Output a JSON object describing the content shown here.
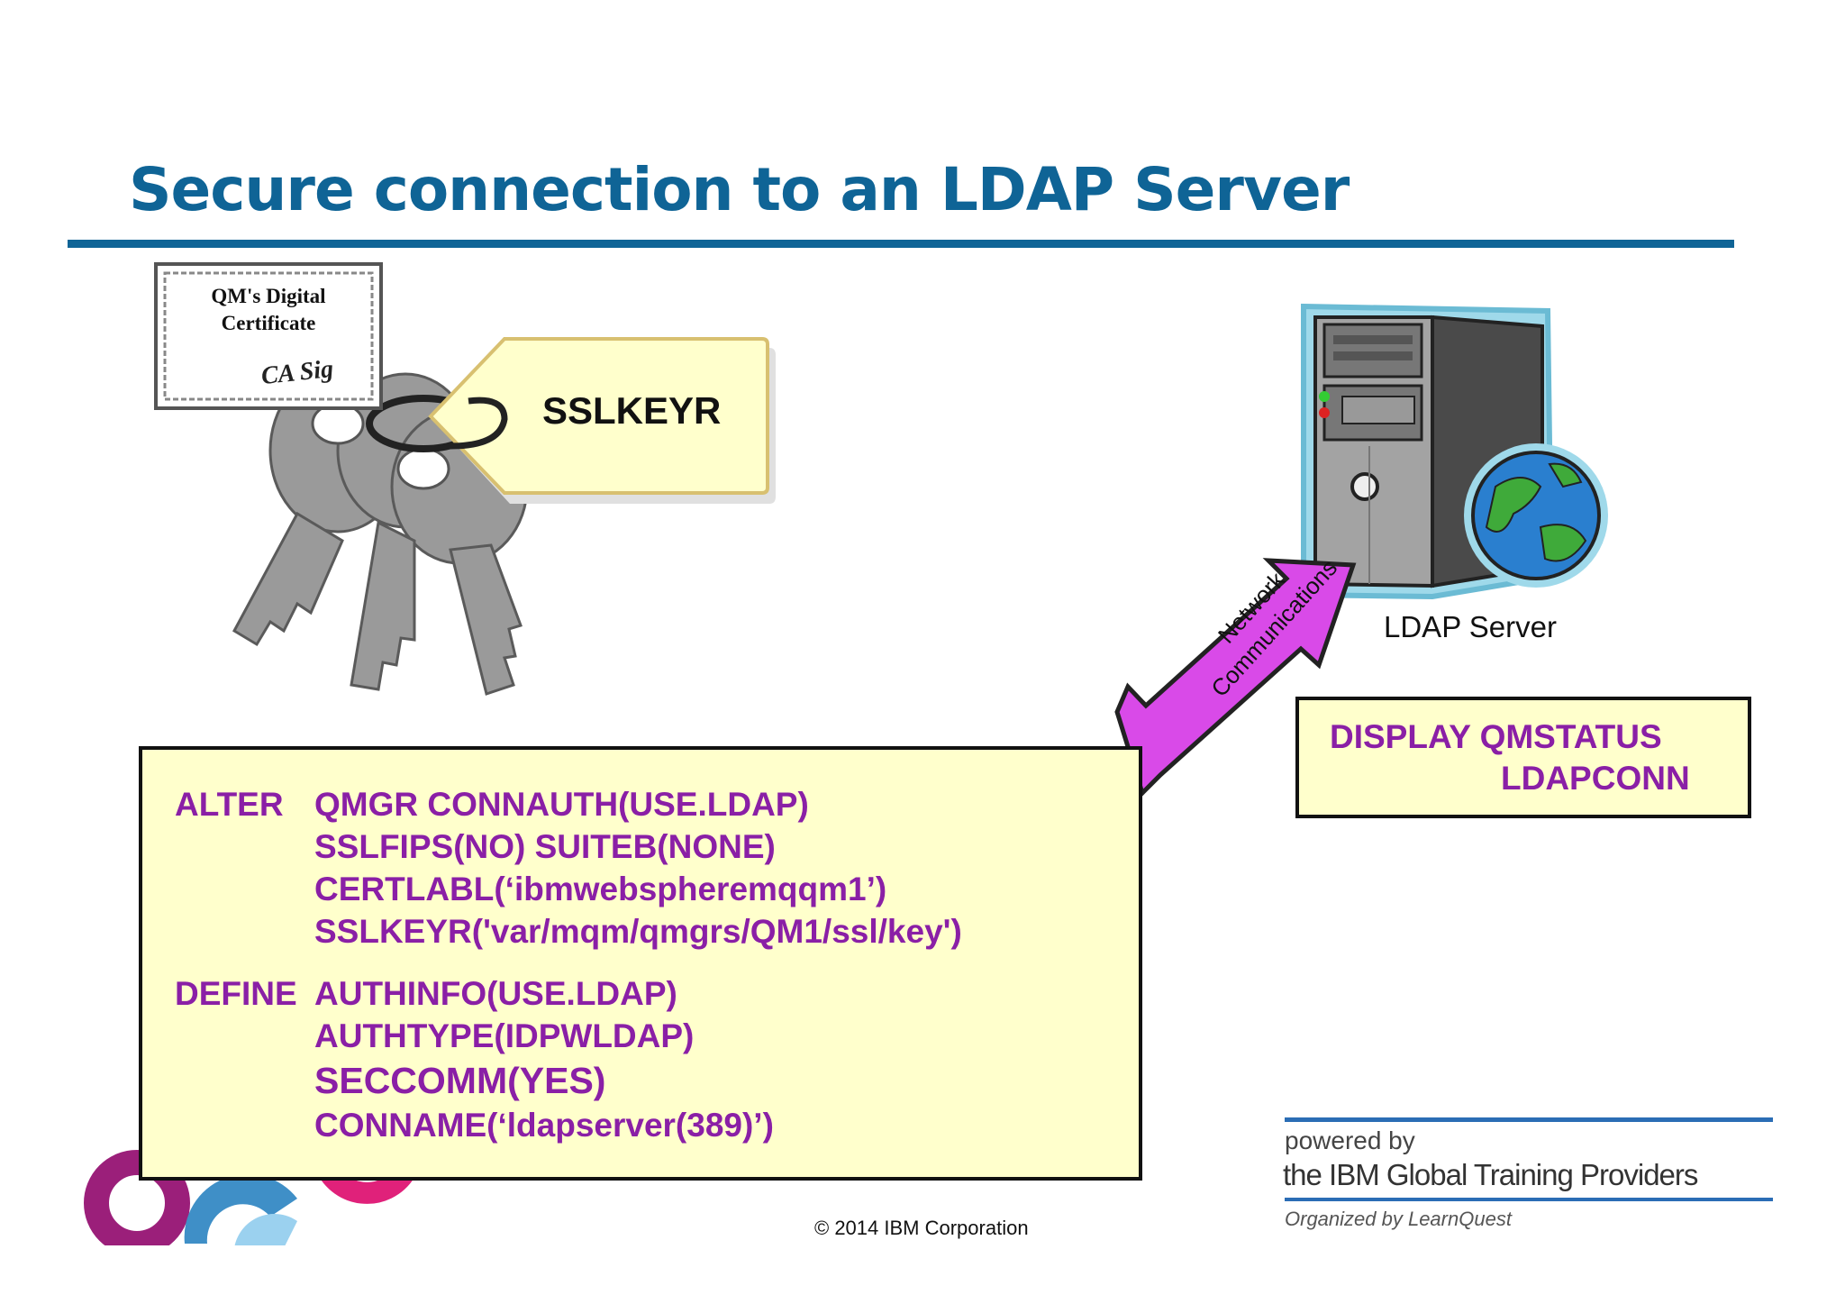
{
  "slide": {
    "title": "Secure connection to an LDAP Server"
  },
  "certificate": {
    "line1": "QM's Digital",
    "line2": "Certificate",
    "signature": "CA Sig"
  },
  "keyring": {
    "tag_label": "SSLKEYR"
  },
  "server": {
    "label": "LDAP Server"
  },
  "network": {
    "line1": "Network",
    "line2": "Communications"
  },
  "command_box": {
    "rows": [
      {
        "keyword": "ALTER",
        "text": "QMGR CONNAUTH(USE.LDAP)"
      },
      {
        "keyword": "",
        "text": "SSLFIPS(NO) SUITEB(NONE)"
      },
      {
        "keyword": "",
        "text": "CERTLABL(‘ibmwebspheremqqm1’)"
      },
      {
        "keyword": "",
        "text": "SSLKEYR('var/mqm/qmgrs/QM1/ssl/key')"
      },
      {
        "keyword": "DEFINE",
        "text": "AUTHINFO(USE.LDAP)"
      },
      {
        "keyword": "",
        "text": "AUTHTYPE(IDPWLDAP)"
      },
      {
        "keyword": "",
        "text": "SECCOMM(YES)"
      },
      {
        "keyword": "",
        "text": "CONNAME(‘ldapserver(389)’)"
      }
    ]
  },
  "display_box": {
    "line1": "DISPLAY  QMSTATUS",
    "line2": "LDAPCONN"
  },
  "footer": {
    "copyright": "© 2014 IBM Corporation",
    "powered_by": "powered by",
    "provider": "the IBM Global Training Providers",
    "organized": "Organized by LearnQuest"
  },
  "colors": {
    "title": "#0f6496",
    "command_text": "#8a1fa6",
    "box_fill": "#ffffcc",
    "arrow": "#d94ae8"
  }
}
